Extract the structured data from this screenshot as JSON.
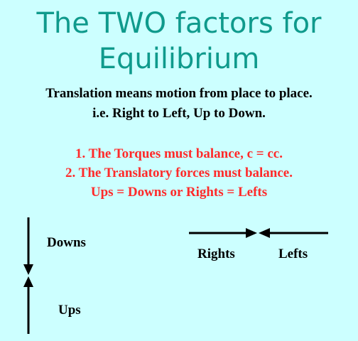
{
  "title": {
    "line1": "The TWO factors for",
    "line2": "Equilibrium"
  },
  "intro": {
    "line1": "Translation means motion from place to place.",
    "line2": "i.e.  Right to Left, Up to Down."
  },
  "conditions": {
    "line1": "1. The Torques must balance, c = cc.",
    "line2": "2. The Translatory forces must balance.",
    "line3": "Ups = Downs or Rights = Lefts"
  },
  "diagram": {
    "downs_label": "Downs",
    "ups_label": "Ups",
    "rights_label": "Rights",
    "lefts_label": "Lefts"
  },
  "colors": {
    "background": "#ccffff",
    "title": "#0f9a8c",
    "body_text": "#000000",
    "emphasis": "#ff2a2a"
  }
}
